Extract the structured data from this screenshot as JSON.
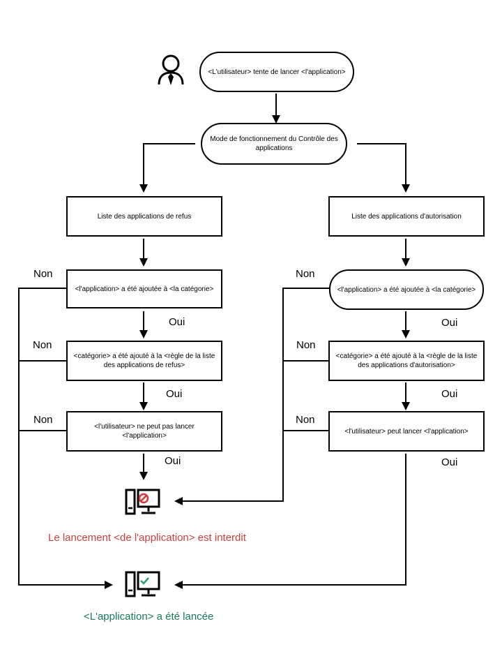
{
  "nodes": {
    "start": "<L'utilisateur> tente de lancer <l'application>",
    "mode": "Mode de fonctionnement du Contrôle des applications",
    "deny_list": "Liste des applications de refus",
    "allow_list": "Liste des applications d'autorisation",
    "deny_app_added": "<l'application> a été ajoutée à <la catégorie>",
    "deny_category_added": "<catégorie> a été ajouté à la <règle de la liste des applications de refus>",
    "deny_user_cannot": "<l'utilisateur> ne peut pas lancer <l'application>",
    "allow_app_added": "<l'application> a été ajoutée à <la catégorie>",
    "allow_category_added": "<catégorie> a été ajouté à la <règle de la liste des applications d'autorisation>",
    "allow_user_can": "<l'utilisateur> peut lancer <l'application>"
  },
  "edge_labels": {
    "deny_no_1": "Non",
    "deny_yes_1": "Oui",
    "deny_no_2": "Non",
    "deny_yes_2": "Oui",
    "deny_no_3": "Non",
    "deny_yes_3": "Oui",
    "allow_no_1": "Non",
    "allow_yes_1": "Oui",
    "allow_no_2": "Non",
    "allow_yes_2": "Oui",
    "allow_no_3": "Non",
    "allow_yes_3": "Oui"
  },
  "outcomes": {
    "blocked": "Le lancement <de l'application> est interdit",
    "launched": "<L'application> a été lancée"
  },
  "icons": {
    "user": "user-icon",
    "blocked": "computer-blocked-icon",
    "launched": "computer-check-icon"
  },
  "colors": {
    "blocked_text": "#c8413c",
    "launched_text": "#1a7a5a",
    "blocked_badge": "#d8363b",
    "launched_badge": "#29a37a"
  }
}
